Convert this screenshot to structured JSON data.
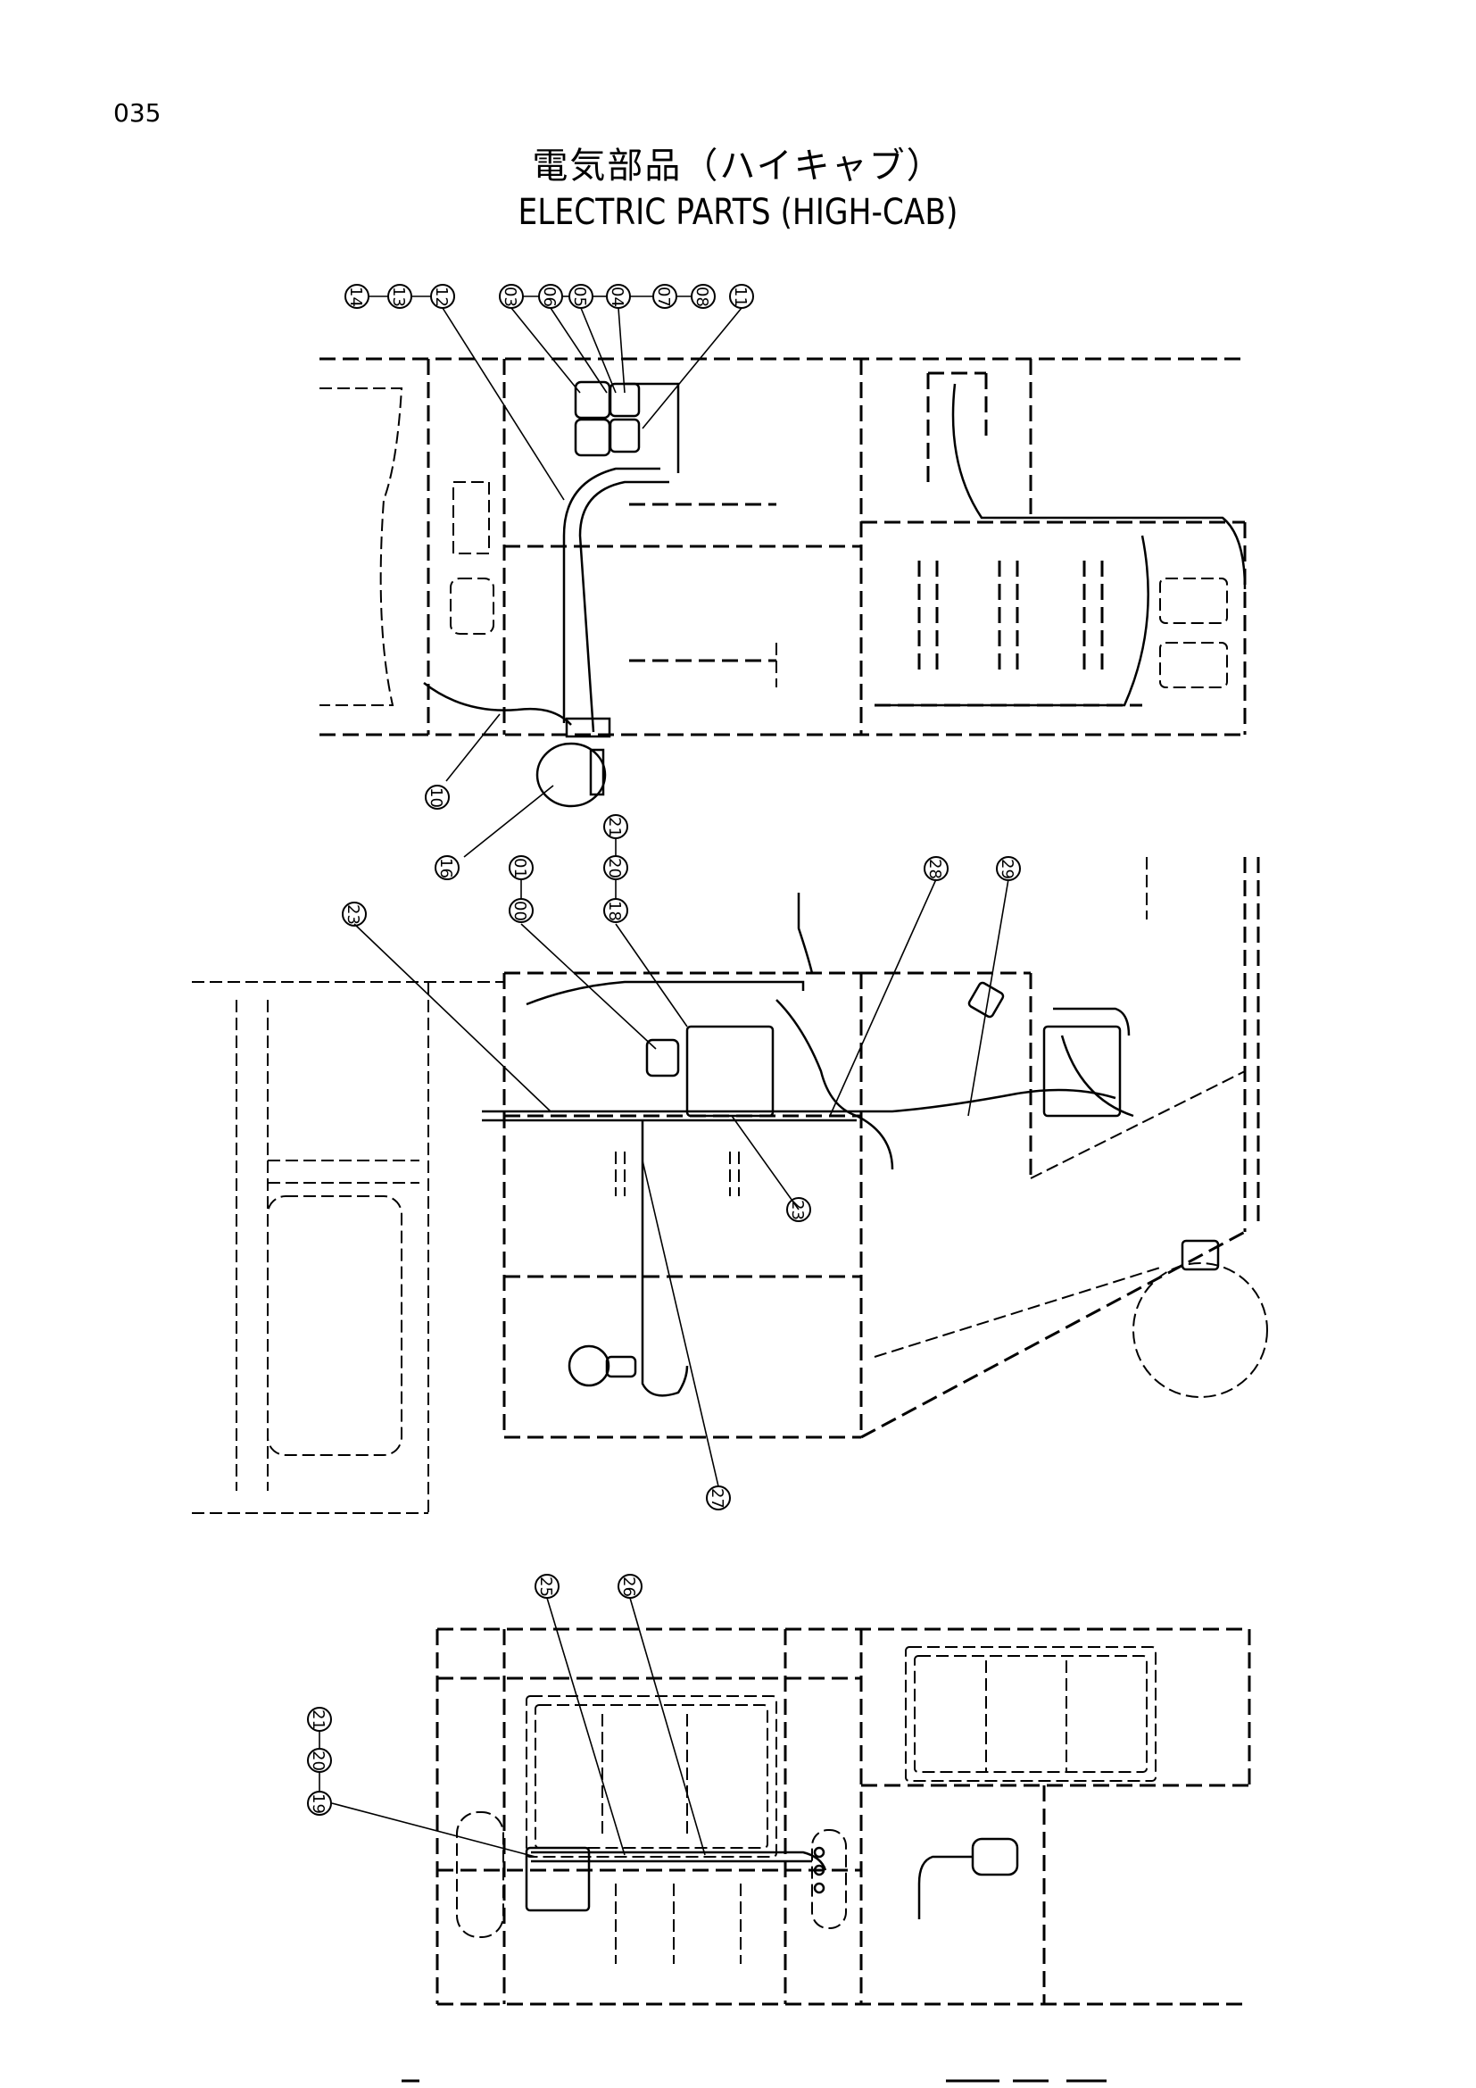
{
  "page": {
    "number": "035",
    "title_jp": "電気部品（ハイキャブ）",
    "title_en": "ELECTRIC PARTS (HIGH-CAB)"
  },
  "callouts": {
    "top_view": [
      "14",
      "13",
      "12",
      "03",
      "06",
      "05",
      "04",
      "07",
      "08",
      "11",
      "10",
      "16"
    ],
    "middle_view": [
      "23",
      "00",
      "01",
      "18",
      "20",
      "21",
      "28",
      "29",
      "23",
      "27"
    ],
    "bottom_view": [
      "25",
      "26",
      "19",
      "20",
      "21"
    ]
  },
  "colors": {
    "line": "#000000",
    "background": "#ffffff"
  }
}
